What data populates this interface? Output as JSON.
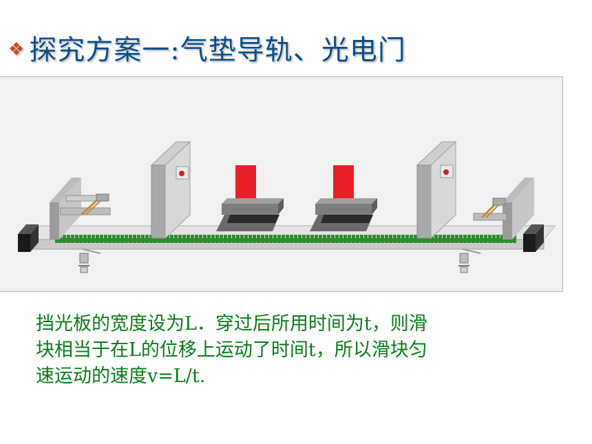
{
  "title": {
    "bullet": "❖",
    "text": "探究方案一:气垫导轨、光电门"
  },
  "figure": {
    "icon": "air-track-apparatus-illustration",
    "colors": {
      "rail": "#cfcfcf",
      "scale_strip": "#2e8b2e",
      "glider_flag": "#e8202a",
      "end_block": "#1a1a1a",
      "frame": "#a9a9a9"
    }
  },
  "description": {
    "lines": [
      "挡光板的宽度设为L．穿过后所用时间为t，则滑",
      "块相当于在L的位移上运动了时间t，所以滑块匀",
      "速运动的速度v=L/t."
    ]
  }
}
